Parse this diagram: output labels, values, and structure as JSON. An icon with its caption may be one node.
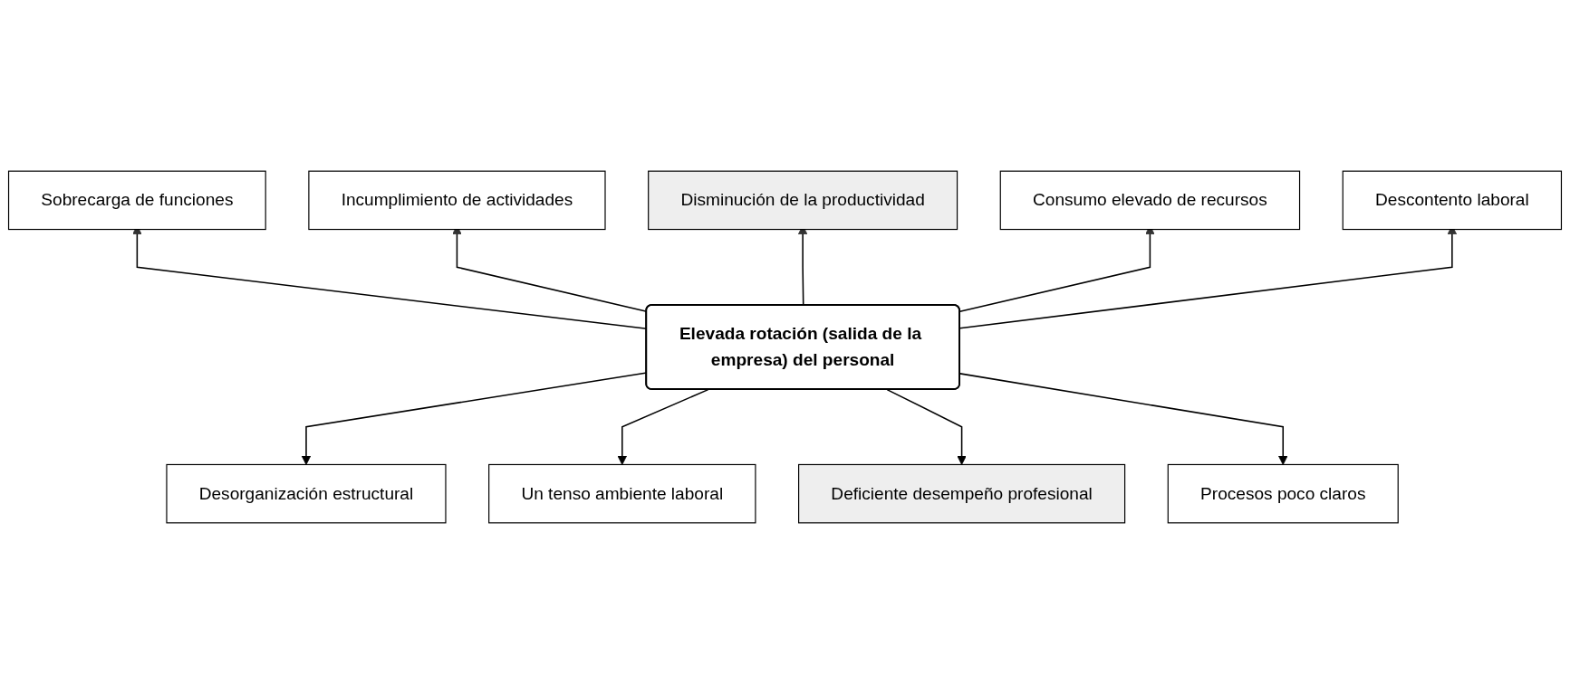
{
  "diagram": {
    "nodes": [
      {
        "text": [
          "Incumplimiento de actividades"
        ]
      },
      {
        "text": [
          "Consumo elevado de recursos"
        ]
      },
      {
        "text": [
          "Sobrecarga de funciones"
        ]
      },
      {
        "text": [
          "Disminución de la productividad"
        ]
      },
      {
        "text": [
          "Descontento laboral"
        ]
      },
      {
        "text": [
          "Elevada rotación (salida de la empresa) del personal"
        ]
      },
      {
        "text": [
          "Desorganización estructural"
        ]
      },
      {
        "text": [
          "Procesos poco claros"
        ]
      },
      {
        "text": [
          "Un tenso ambiente laboral"
        ]
      },
      {
        "text": [
          "Deficiente desempeño profesional"
        ]
      }
    ],
    "edges": [
      {
        "from": 5,
        "to": 2,
        "arrow": "to"
      },
      {
        "from": 5,
        "to": 0,
        "arrow": "to"
      },
      {
        "from": 5,
        "to": 3,
        "arrow": "to"
      },
      {
        "from": 5,
        "to": 1,
        "arrow": "to"
      },
      {
        "from": 5,
        "to": 4,
        "arrow": "to"
      },
      {
        "from": 5,
        "to": 6,
        "arrow": "to"
      },
      {
        "from": 5,
        "to": 8,
        "arrow": "to"
      },
      {
        "from": 5,
        "to": 9,
        "arrow": "to"
      },
      {
        "from": 5,
        "to": 7,
        "arrow": "to"
      }
    ]
  }
}
